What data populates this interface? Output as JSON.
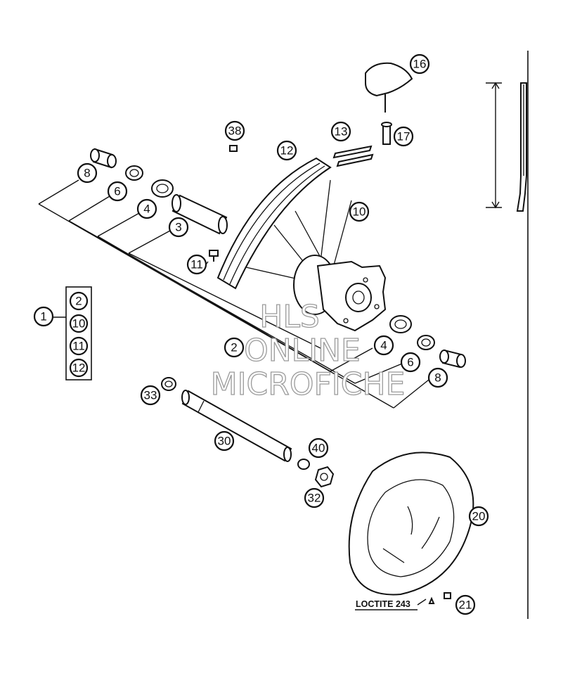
{
  "callouts": {
    "c38": "38",
    "c13": "13",
    "c17": "17",
    "c16": "16",
    "c12_top": "12",
    "c8_left": "8",
    "c6_left": "6",
    "c4_left": "4",
    "c3": "3",
    "c10": "10",
    "c11": "11",
    "c1": "1",
    "c2_left": "2",
    "c4_right": "4",
    "c6_right": "6",
    "c8_right": "8",
    "c33": "33",
    "c30": "30",
    "c40": "40",
    "c32": "32",
    "c20": "20",
    "c21": "21"
  },
  "kit_box": {
    "items": [
      "2",
      "10",
      "11",
      "12"
    ]
  },
  "annotation": {
    "loctite": "LOCTITE 243"
  },
  "watermark": {
    "line1": "HLS",
    "line2": "ONLINE",
    "line3": "MICROFICHE"
  }
}
